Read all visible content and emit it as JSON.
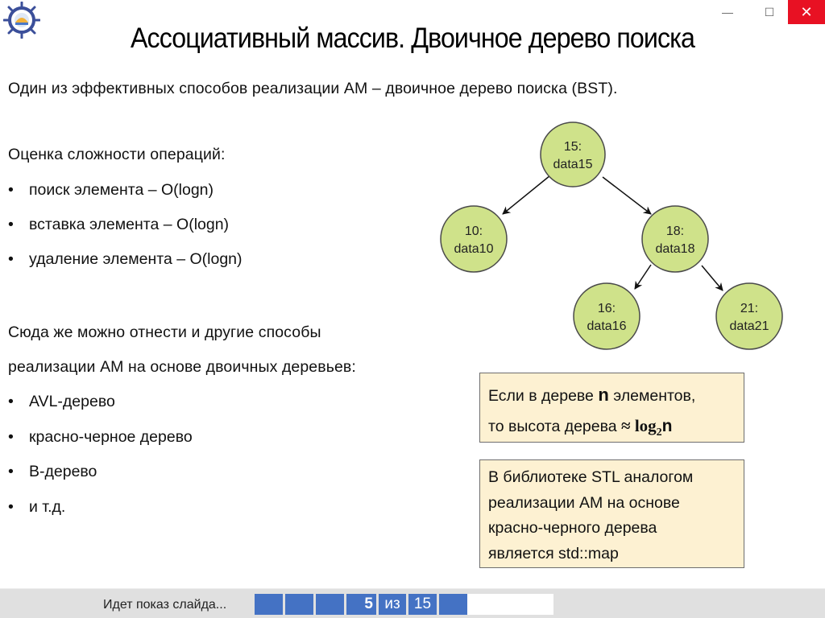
{
  "window": {
    "controls": {
      "minimize": "—",
      "maximize": "☐",
      "close": "✕"
    },
    "close_color": "#e81123"
  },
  "slide": {
    "title": "Ассоциативный массив. Двоичное дерево поиска",
    "intro": "Один из эффективных способов реализации АМ – двоичное дерево поиска (BST).",
    "complexity_heading": "Оценка сложности операций:",
    "complexity_bullets": [
      "поиск элемента – O(logn)",
      "вставка элемента – O(logn)",
      "удаление элемента – O(logn)"
    ],
    "other_line1": "Сюда же можно отнести и другие способы",
    "other_line2": "реализации АМ на основе двоичных деревьев:",
    "other_bullets": [
      "AVL-дерево",
      "красно-черное дерево",
      "B-дерево",
      "и т.д."
    ],
    "bullet_char": "•"
  },
  "tree": {
    "node_fill": "#cfe28a",
    "node_stroke": "#4a4a4a",
    "nodes": [
      {
        "id": "n15",
        "key": "15:",
        "value": "data15"
      },
      {
        "id": "n10",
        "key": "10:",
        "value": "data10"
      },
      {
        "id": "n18",
        "key": "18:",
        "value": "data18"
      },
      {
        "id": "n16",
        "key": "16:",
        "value": "data16"
      },
      {
        "id": "n21",
        "key": "21:",
        "value": "data21"
      }
    ],
    "edges": [
      [
        "15",
        "10"
      ],
      [
        "15",
        "18"
      ],
      [
        "18",
        "16"
      ],
      [
        "18",
        "21"
      ]
    ]
  },
  "boxes": {
    "box1": {
      "line1_pre": "Если в дереве ",
      "line1_n": "n",
      "line1_post": " элементов,",
      "line2_pre": "то высота дерева ",
      "line2_approx": "≈ ",
      "line2_log": "log",
      "line2_sub": "2",
      "line2_n": "n"
    },
    "box2": {
      "lines": [
        "В библиотеке STL аналогом",
        "реализации АМ на основе",
        "красно-черного дерева",
        "является std::map"
      ]
    },
    "fill": "#fdf1d2"
  },
  "statusbar": {
    "text": "Идет показ слайда...",
    "current": "5",
    "of": "из",
    "total": "15",
    "accent": "#4472c4"
  }
}
